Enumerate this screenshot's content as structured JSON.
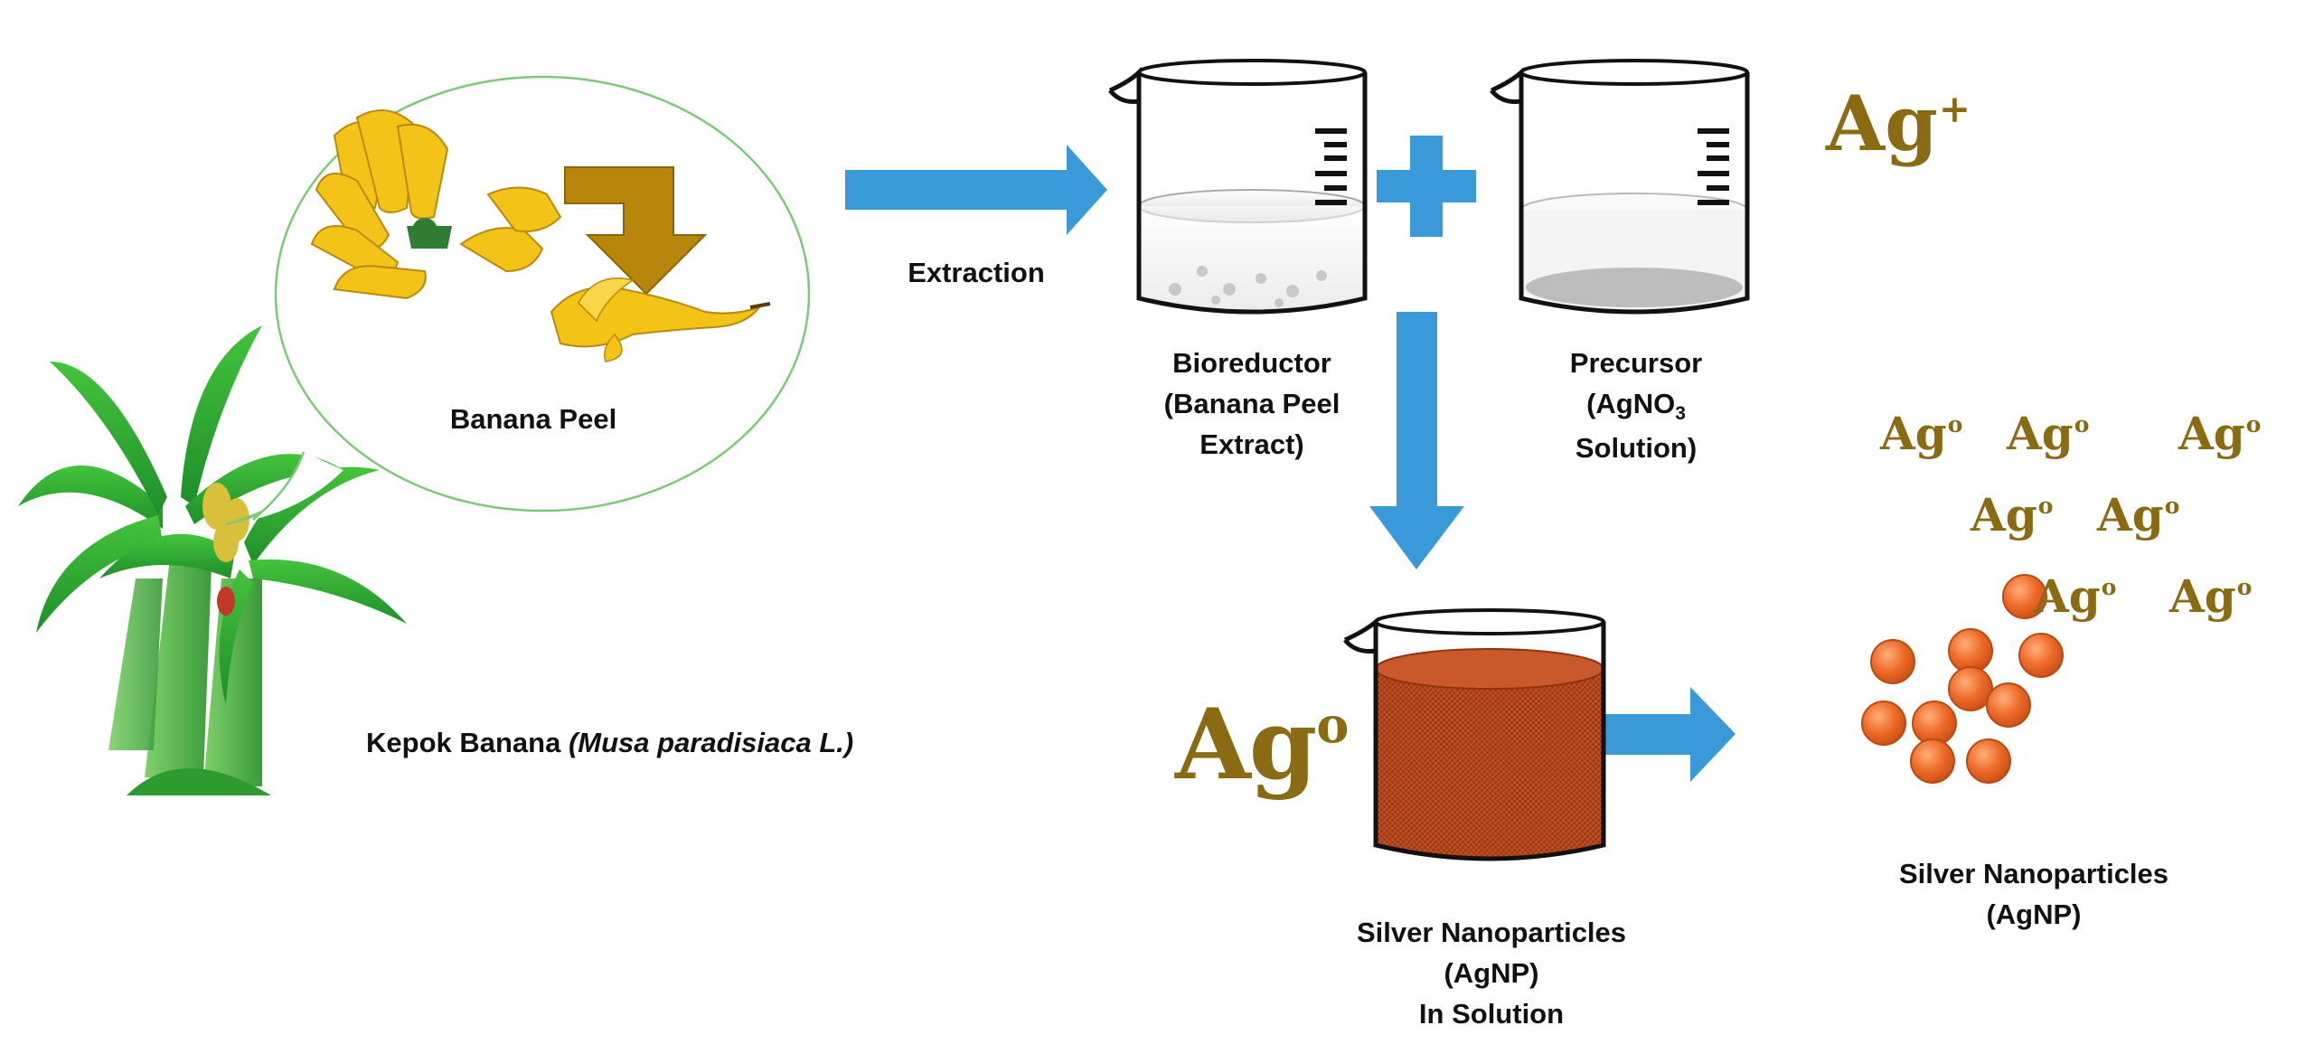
{
  "labels": {
    "banana_peel": "Banana Peel",
    "kepok_plain": "Kepok Banana ",
    "kepok_italic": "(Musa paradisiaca L.)",
    "extraction": "Extraction",
    "bioreductor_l1": "Bioreductor",
    "bioreductor_l2": "(Banana Peel",
    "bioreductor_l3": "Extract)",
    "precursor_l1": "Precursor",
    "precursor_l2_a": "(AgNO",
    "precursor_l2_sub": "3",
    "precursor_l3": "Solution)",
    "agnp_sol_l1": "Silver Nanoparticles",
    "agnp_sol_l2": "(AgNP)",
    "agnp_sol_l3": "In Solution",
    "agnp_l1": "Silver Nanoparticles",
    "agnp_l2": "(AgNP)"
  },
  "symbols": {
    "ag_plus_base": "Ag",
    "ag_plus_sup": "+",
    "ag_zero_base": "Ag",
    "ag_zero_sup": "o"
  },
  "colors": {
    "arrow_blue": "#3a9ad9",
    "gold_text": "#8a6a12",
    "nanoparticle_orange": "#e8702a",
    "solution_brown": "#b5461b",
    "leaf_green": "#2fae35",
    "banana_yellow": "#f3c318"
  }
}
